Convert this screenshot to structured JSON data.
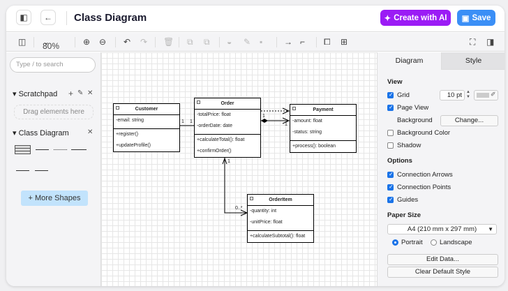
{
  "header": {
    "title": "Class Diagram",
    "create_ai": "Create with AI",
    "save": "Save"
  },
  "toolbar": {
    "zoom": "80%"
  },
  "sidebar": {
    "search_placeholder": "Type / to search",
    "scratchpad": "Scratchpad",
    "drag_hint": "Drag elements here",
    "class_diagram": "Class Diagram",
    "more_shapes": "More Shapes"
  },
  "diagram": {
    "classes": [
      {
        "name": "Customer",
        "attributes": [
          "-email: string"
        ],
        "methods": [
          "+register()",
          "+updateProfile()"
        ]
      },
      {
        "name": "Order",
        "attributes": [
          "-totalPrice: float",
          "-orderDate: date"
        ],
        "methods": [
          "+calculateTotal(): float",
          "+confirmOrder()"
        ]
      },
      {
        "name": "Payment",
        "attributes": [
          "-amount: float",
          "-status: string"
        ],
        "methods": [
          "+process(): boolean"
        ]
      },
      {
        "name": "OrderItem",
        "attributes": [
          "-quantity: int",
          "-unitPrice: float"
        ],
        "methods": [
          "+calculateSubtotal(): float"
        ]
      }
    ],
    "multiplicities": {
      "cust": "1",
      "ord_left": "1",
      "ord_right": "1",
      "pay": "1",
      "ord_bottom": "1",
      "item": "0..*"
    }
  },
  "panel": {
    "tabs": [
      "Diagram",
      "Style"
    ],
    "view": "View",
    "grid": "Grid",
    "grid_size": "10 pt",
    "page_view": "Page View",
    "background": "Background",
    "change": "Change...",
    "bg_color": "Background Color",
    "shadow": "Shadow",
    "options": "Options",
    "conn_arrows": "Connection Arrows",
    "conn_points": "Connection Points",
    "guides": "Guides",
    "paper_size": "Paper Size",
    "paper_value": "A4 (210 mm x 297 mm)",
    "portrait": "Portrait",
    "landscape": "Landscape",
    "edit_data": "Edit Data...",
    "clear_style": "Clear Default Style",
    "checks": {
      "grid": true,
      "page_view": true,
      "bg_color": false,
      "shadow": false,
      "conn_arrows": true,
      "conn_points": true,
      "guides": true
    },
    "orientation": "portrait"
  }
}
